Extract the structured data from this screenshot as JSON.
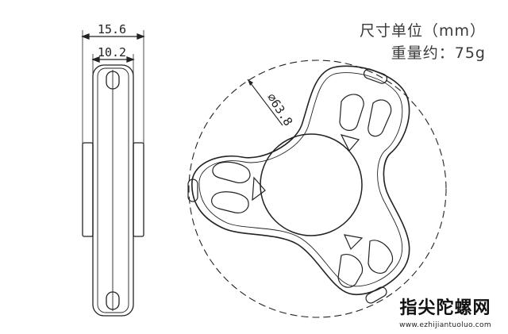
{
  "header": {
    "unit_label": "尺寸单位（mm）",
    "weight_label": "重量约：75g"
  },
  "dimensions": {
    "outer_width": "15.6",
    "inner_width": "10.2",
    "diameter": "⌀63.8"
  },
  "logo": {
    "text": "指尖陀螺网",
    "url": "www.ezhijiantuoluo.com"
  },
  "colors": {
    "line": "#222222",
    "text": "#3a3a3a",
    "background": "#ffffff"
  }
}
